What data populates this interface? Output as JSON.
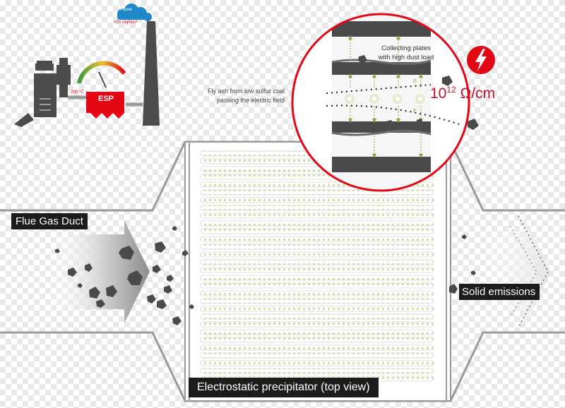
{
  "labels": {
    "flue_gas_duct": "Flue Gas Duct",
    "solid_emissions": "Solid emissions",
    "esp_title": "Electrostatic precipitator (top view)",
    "fly_ash_line1": "Fly ash from low sulfur coal",
    "fly_ash_line2": "passing the electric field",
    "collecting_line1": "Collecting plates",
    "collecting_line2": "with high dust load",
    "resistivity_base": "10",
    "resistivity_exp": "12",
    "resistivity_unit": " Ω/cm",
    "esp_tag": "ESP",
    "temperature": "200 °C",
    "plume": "Plume",
    "plume_value": ">20 mg/Nm³",
    "field_letter": "E"
  },
  "colors": {
    "accent_red": "#e30613",
    "duct_gray": "#9a9a9a",
    "plate_green": "#c7df9a",
    "particle": "#4a4a4a",
    "label_bg": "#1c1c1c",
    "plume_blue": "#1e88c8"
  },
  "icons": {
    "warning": "lightning-bolt-icon"
  }
}
